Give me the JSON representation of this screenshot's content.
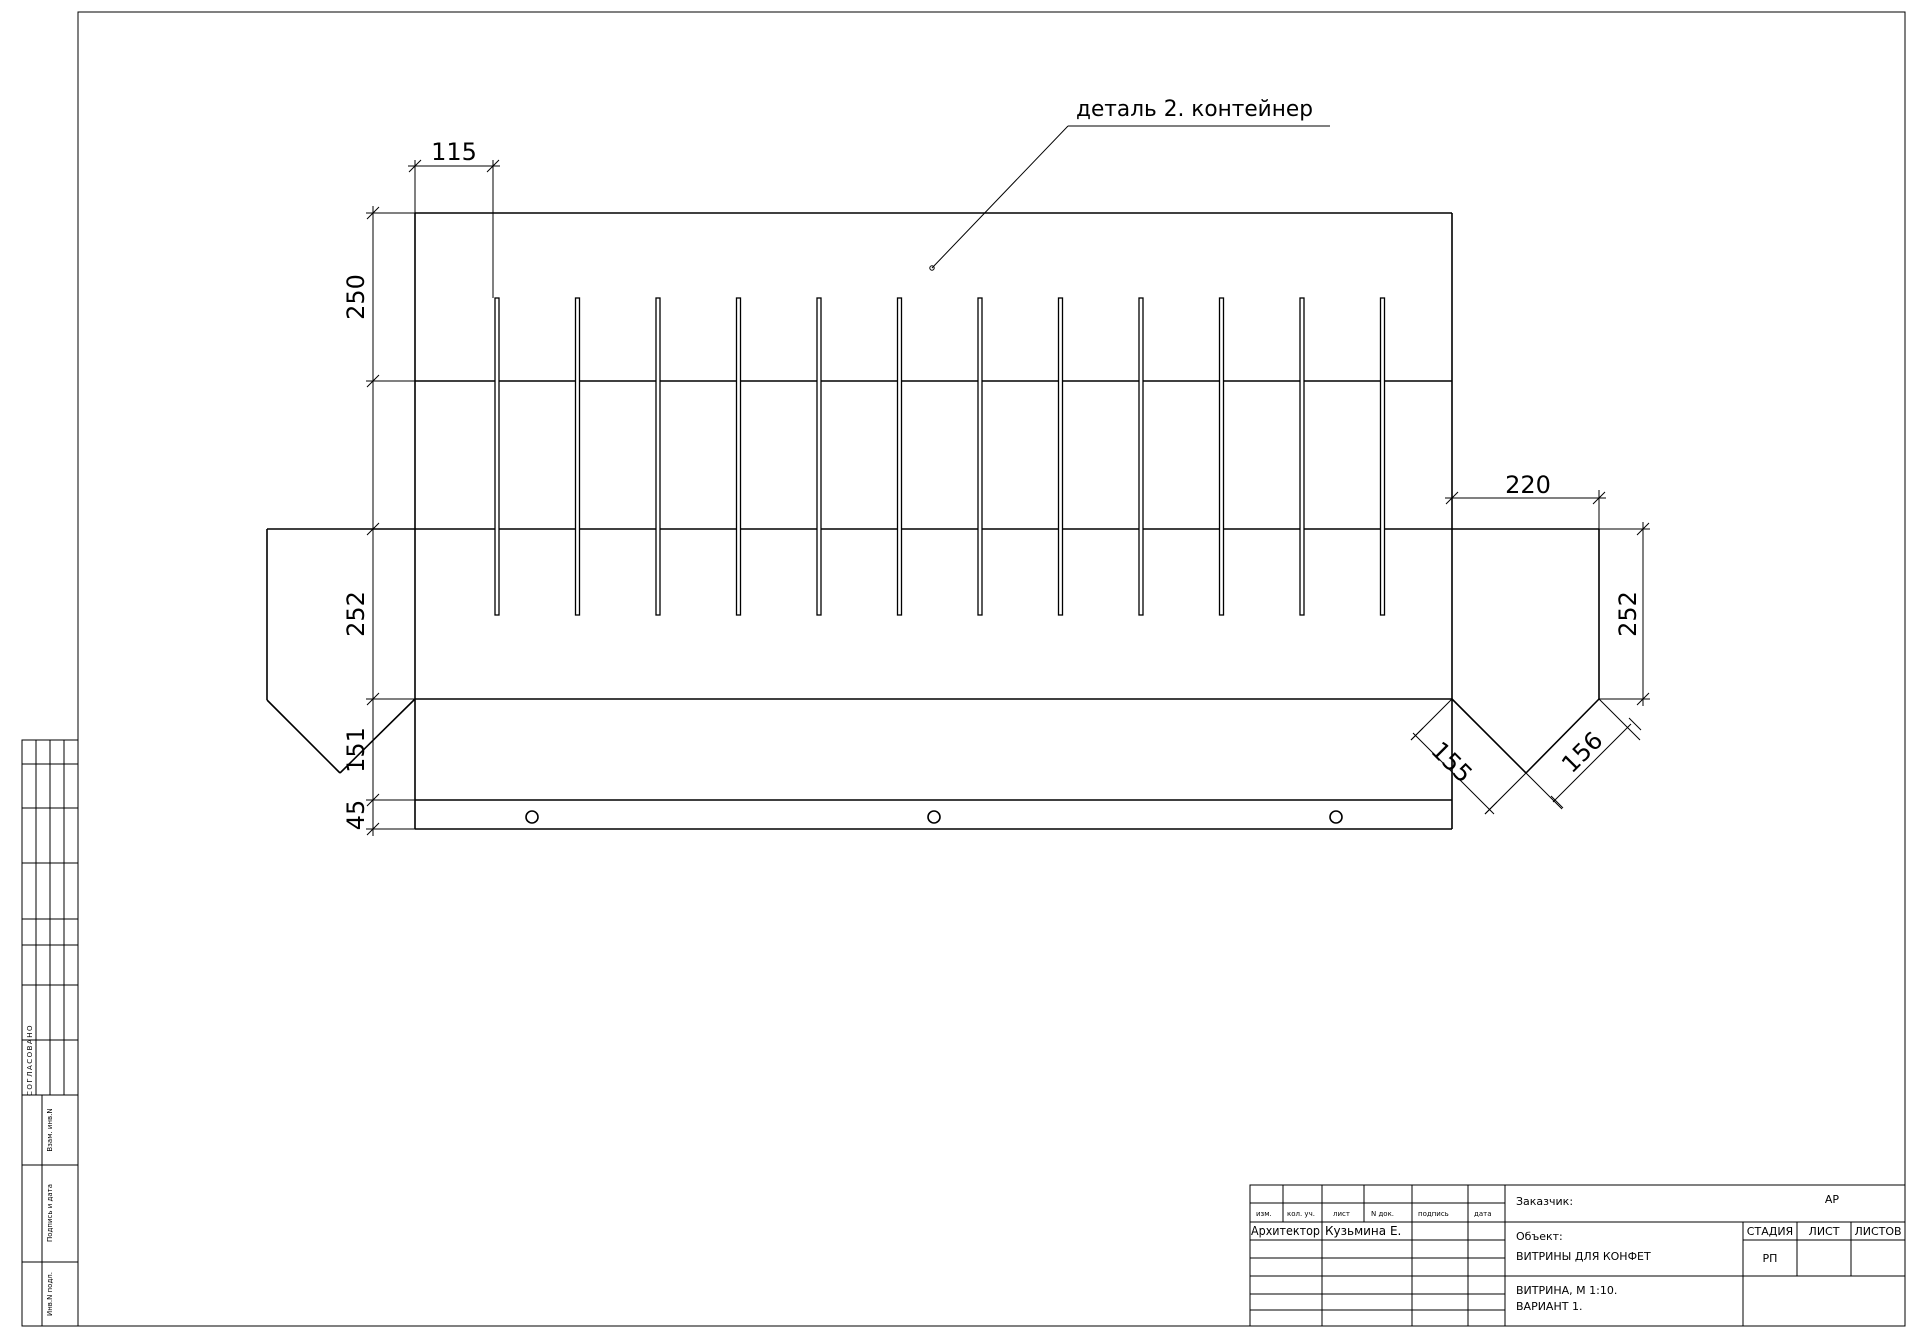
{
  "drawing": {
    "callout": "деталь 2. контейнер",
    "dimensions": {
      "slot_offset": "115",
      "top_band": "250",
      "middle_band": "252",
      "fold_height": "151",
      "bottom_strip": "45",
      "side_width": "220",
      "side_height": "252",
      "diag_left": "155",
      "diag_right": "156"
    }
  },
  "side_stamp": {
    "agreed": "СОГЛАСОВАНО",
    "field_1": "Взам. инв.N",
    "field_2": "Подпись и дата",
    "field_3": "Инв.N подл."
  },
  "title_block": {
    "headers": [
      "изм.",
      "кол. уч.",
      "лист",
      "N док.",
      "подпись",
      "дата"
    ],
    "role": "Архитектор",
    "name": "Кузьмина Е.",
    "customer_label": "Заказчик:",
    "stamp_code": "АР",
    "object_label": "Объект:",
    "object_name": "ВИТРИНЫ ДЛЯ КОНФЕТ",
    "sheet_title_1": "ВИТРИНА, М 1:10.",
    "sheet_title_2": "ВАРИАНТ 1.",
    "stage_label": "СТАДИЯ",
    "sheet_label": "ЛИСТ",
    "sheets_label": "ЛИСТОВ",
    "stage_value": "РП"
  }
}
